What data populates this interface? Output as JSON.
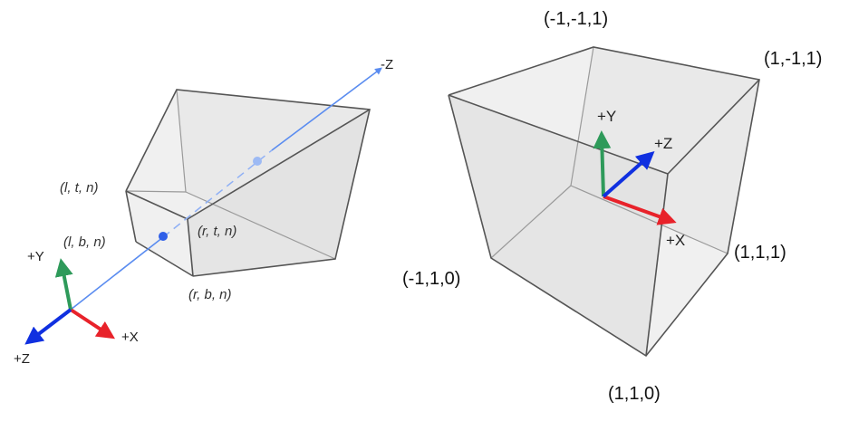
{
  "colors": {
    "x_axis": "#e8222a",
    "y_axis": "#2e9a5a",
    "z_axis": "#1030e0",
    "view_ray": "#5a8cf0",
    "edge": "#555555",
    "face": "#cfcfcf"
  },
  "frustum": {
    "corner_labels": {
      "ltn": "(l, t, n)",
      "lbn": "(l, b, n)",
      "rtn": "(r, t, n)",
      "rbn": "(r, b, n)"
    },
    "axes": {
      "x": "+X",
      "y": "+Y",
      "z_pos": "+Z",
      "z_neg": "-Z"
    }
  },
  "ndc_cube": {
    "corner_labels": {
      "top": "(-1,-1,1)",
      "top_right": "(1,-1,1)",
      "right": "(1,1,1)",
      "left": "(-1,1,0)",
      "bottom": "(1,1,0)"
    },
    "axes": {
      "x": "+X",
      "y": "+Y",
      "z": "+Z"
    }
  }
}
